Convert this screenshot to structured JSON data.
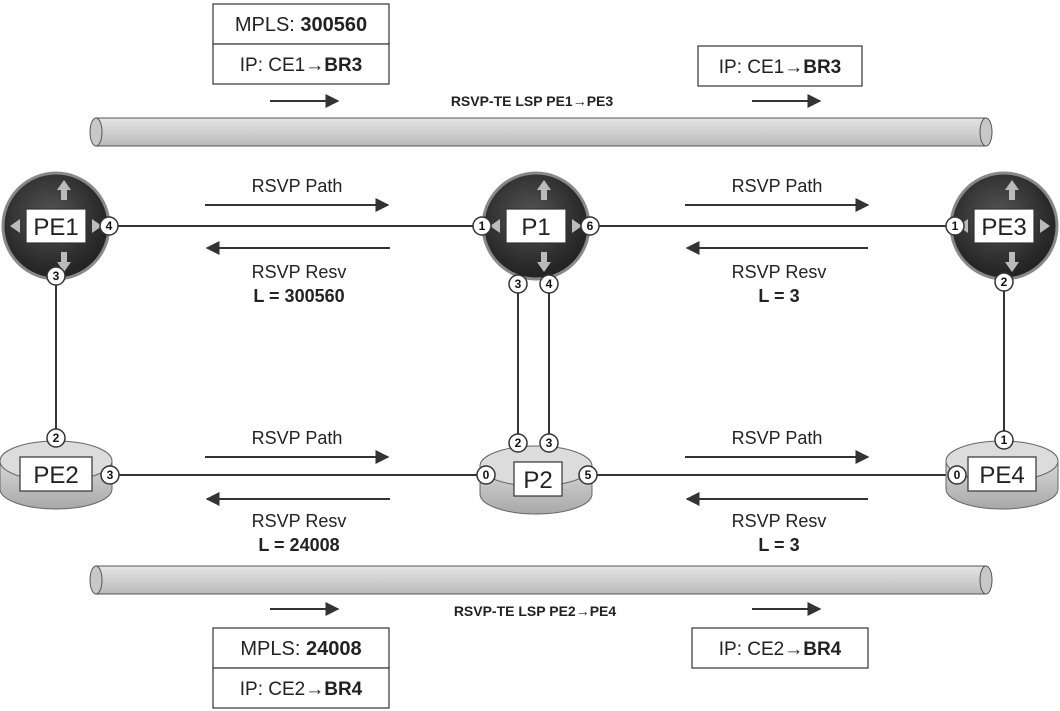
{
  "lsp_top": {
    "label": "RSVP-TE LSP PE1→PE3",
    "ingress_mpls_prefix": "MPLS: ",
    "ingress_mpls_value": "300560",
    "ingress_ip_prefix": "IP: CE1→",
    "ingress_ip_dest": "BR3",
    "egress_ip_prefix": "IP: CE1→",
    "egress_ip_dest": "BR3"
  },
  "lsp_bottom": {
    "label": "RSVP-TE LSP PE2→PE4",
    "ingress_mpls_prefix": "MPLS: ",
    "ingress_mpls_value": "24008",
    "ingress_ip_prefix": "IP: CE2→",
    "ingress_ip_dest": "BR4",
    "egress_ip_prefix": "IP: CE2→",
    "egress_ip_dest": "BR4"
  },
  "routers": {
    "pe1": "PE1",
    "p1": "P1",
    "pe3": "PE3",
    "pe2": "PE2",
    "p2": "P2",
    "pe4": "PE4"
  },
  "ports": {
    "pe1_right": "4",
    "pe1_bottom": "3",
    "p1_left": "1",
    "p1_right": "6",
    "p1_bottom_left": "3",
    "p1_bottom_right": "4",
    "pe3_left": "1",
    "pe3_bottom": "2",
    "pe2_top": "2",
    "pe2_right": "3",
    "p2_top_left": "2",
    "p2_top_right": "3",
    "p2_left": "0",
    "p2_right": "5",
    "pe4_top": "1",
    "pe4_left": "0"
  },
  "signaling": {
    "top_left_path": "RSVP Path",
    "top_left_resv": "RSVP Resv",
    "top_left_label": "L = 300560",
    "top_right_path": "RSVP Path",
    "top_right_resv": "RSVP Resv",
    "top_right_label": "L = 3",
    "bottom_left_path": "RSVP Path",
    "bottom_left_resv": "RSVP Resv",
    "bottom_left_label": "L = 24008",
    "bottom_right_path": "RSVP Path",
    "bottom_right_resv": "RSVP Resv",
    "bottom_right_label": "L = 3"
  }
}
